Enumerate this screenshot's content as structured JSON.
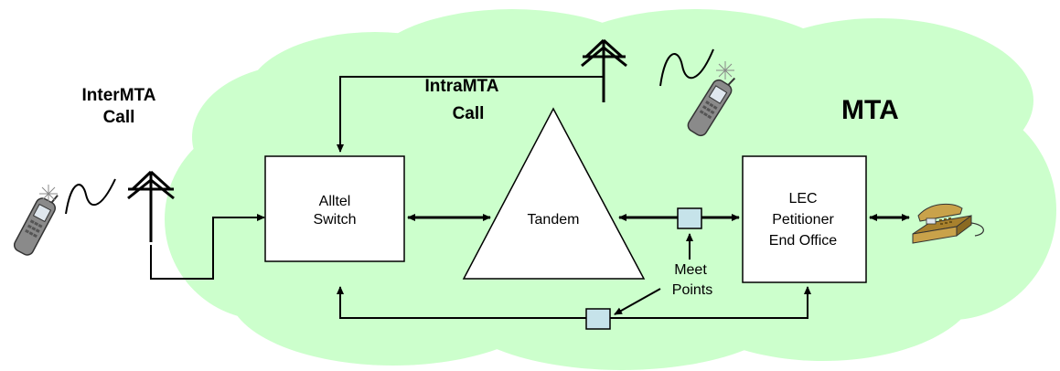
{
  "region_label": "MTA",
  "inter_call": {
    "line1": "InterMTA",
    "line2": "Call"
  },
  "intra_call": {
    "line1": "IntraMTA",
    "line2": "Call"
  },
  "switch": {
    "line1": "Alltel",
    "line2": "Switch"
  },
  "tandem": {
    "label": "Tandem"
  },
  "end_office": {
    "line1": "LEC",
    "line2": "Petitioner",
    "line3": "End Office"
  },
  "meet_points": {
    "line1": "Meet",
    "line2": "Points"
  },
  "colors": {
    "cloud_fill": "#ccffcc",
    "meet_point_fill": "#c6e3ea",
    "box_fill": "#ffffff",
    "phone_body": "#8a8a8a",
    "desk_phone": "#c9a24a"
  }
}
